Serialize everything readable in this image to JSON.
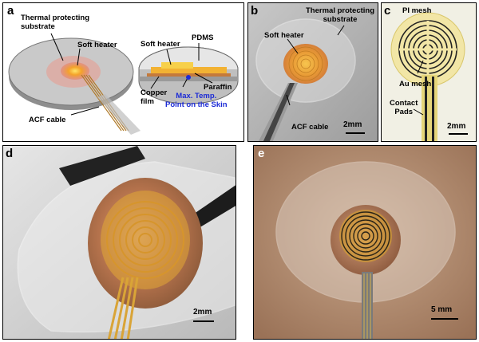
{
  "figure": {
    "panels": {
      "a": {
        "label": "a",
        "thermal_protecting_substrate": "Thermal protecting\nsubstrate",
        "soft_heater": "Soft heater",
        "pdms": "PDMS",
        "soft_heater_2": "Soft heater",
        "paraffin": "Paraffin",
        "copper_film": "Copper\nfilm",
        "max_temp": "Max. Temp.\nPoint on the Skin",
        "acf_cable": "ACF cable"
      },
      "b": {
        "label": "b",
        "thermal_protecting_substrate": "Thermal protecting\nsubstrate",
        "soft_heater": "Soft heater",
        "acf_cable": "ACF cable",
        "scale": "2mm"
      },
      "c": {
        "label": "c",
        "pi_mesh": "PI mesh",
        "au_mesh": "Au mesh",
        "contact_pads": "Contact\nPads",
        "scale": "2mm"
      },
      "d": {
        "label": "d",
        "scale": "2mm"
      },
      "e": {
        "label": "e",
        "scale": "5 mm"
      }
    },
    "colors": {
      "accent_blue": "#1c2bd6",
      "copper": "#b7794f",
      "gold_heater": "#e6a826",
      "pi_yellow": "#e8d77a"
    }
  }
}
